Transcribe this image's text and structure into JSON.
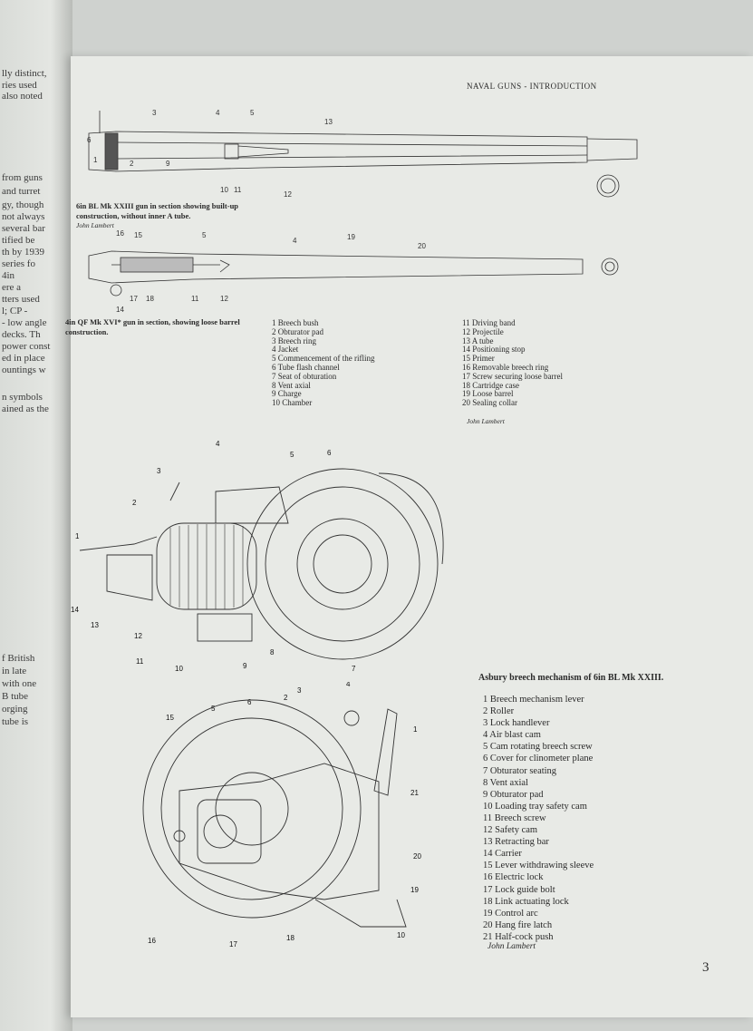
{
  "left_page_fragments": [
    "lly distinct,",
    "ries used",
    "also noted",
    "from guns",
    "and turret",
    "gy, though",
    "not always",
    "several bar",
    "tified be",
    "th by 1939",
    "series fo",
    "4in",
    "ere a",
    "tters used",
    "l; CP -",
    "- low angle",
    "decks. Th",
    "power const",
    "ed in place",
    "ountings w",
    "n symbols",
    "ained as the",
    "f British",
    "in late",
    "with one",
    "B tube",
    "orging",
    "tube is"
  ],
  "header": "NAVAL GUNS - INTRODUCTION",
  "figure1": {
    "caption": "6in BL Mk XXIII gun in section showing built-up construction, without inner A tube.",
    "credit": "John Lambert",
    "callouts": [
      "3",
      "2",
      "4",
      "5",
      "13",
      "1",
      "9",
      "6",
      "10",
      "11",
      "12"
    ]
  },
  "figure2": {
    "caption": "4in QF Mk XVI* gun in section, showing loose barrel construction.",
    "callouts": [
      "16",
      "15",
      "5",
      "4",
      "19",
      "20",
      "14",
      "17",
      "18",
      "11",
      "12"
    ],
    "legend_left": [
      "1 Breech bush",
      "2 Obturator pad",
      "3 Breech ring",
      "4 Jacket",
      "5 Commencement of the rifling",
      "6 Tube flash channel",
      "7 Seat of obturation",
      "8 Vent axial",
      "9 Charge",
      "10 Chamber"
    ],
    "legend_right": [
      "11 Driving band",
      "12 Projectile",
      "13 A tube",
      "14 Positioning stop",
      "15 Primer",
      "16 Removable breech ring",
      "17 Screw securing loose barrel",
      "18 Cartridge case",
      "19 Loose barrel",
      "20 Sealing collar"
    ],
    "credit": "John Lambert"
  },
  "figure3": {
    "callouts_top": [
      "4",
      "3",
      "5",
      "6",
      "2",
      "1",
      "14",
      "13",
      "12",
      "11",
      "10",
      "9",
      "8",
      "7"
    ],
    "callouts_bottom": [
      "15",
      "5",
      "6",
      "2",
      "3",
      "4",
      "1",
      "21",
      "20",
      "19",
      "16",
      "17",
      "18",
      "10"
    ],
    "caption": "Asbury breech mechanism of 6in BL Mk XXIII.",
    "legend": [
      "1 Breech mechanism lever",
      "2 Roller",
      "3 Lock handlever",
      "4 Air blast cam",
      "5 Cam rotating breech screw",
      "6 Cover for clinometer plane",
      "7 Obturator seating",
      "8 Vent axial",
      "9 Obturator pad",
      "10 Loading tray safety cam",
      "11 Breech screw",
      "12 Safety cam",
      "13 Retracting bar",
      "14 Carrier",
      "15 Lever withdrawing sleeve",
      "16 Electric lock",
      "17 Lock guide bolt",
      "18 Link actuating lock",
      "19 Control arc",
      "20 Hang fire latch",
      "21 Half-cock push"
    ],
    "credit": "John Lambert"
  },
  "page_number": "3"
}
